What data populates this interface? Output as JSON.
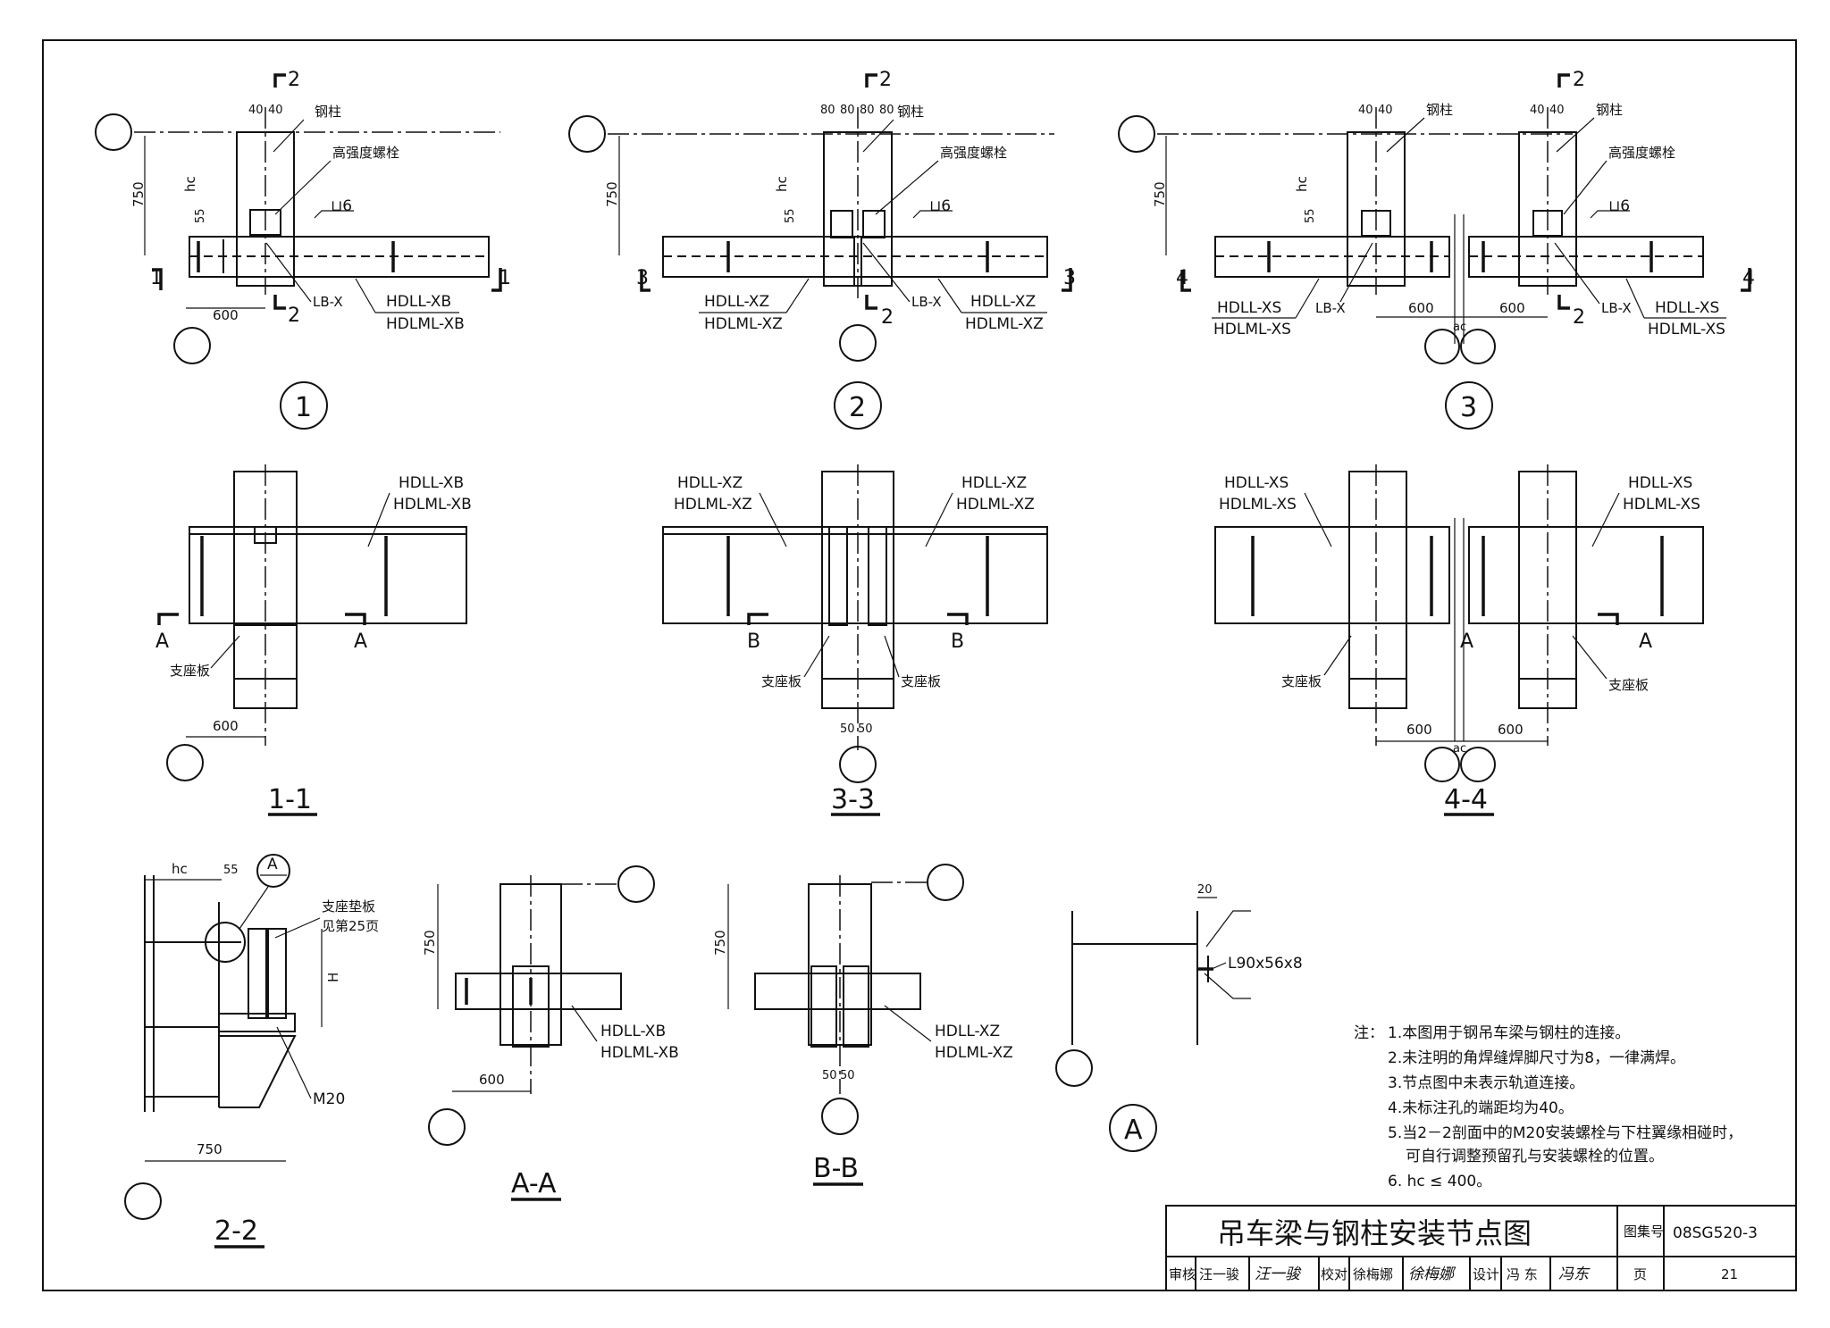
{
  "labels": {
    "steel_column": "钢柱",
    "hs_bolt": "高强度螺栓",
    "lbx": "LB-X",
    "weld6": "⊔6",
    "support_plate": "支座板",
    "dim_40": "40",
    "dim_80": "80",
    "dim_50": "50",
    "dim_20": "20",
    "dim_55": "55",
    "dim_600": "600",
    "dim_750": "750",
    "hc": "hc",
    "ac": "ac",
    "H": "H",
    "m20": "M20",
    "angle": "L90x56x8"
  },
  "beams": {
    "xb_a": "HDLL-XB",
    "xb_b": "HDLML-XB",
    "xz_a": "HDLL-XZ",
    "xz_b": "HDLML-XZ",
    "xs_a": "HDLL-XS",
    "xs_b": "HDLML-XS"
  },
  "cuts": {
    "c1": "1",
    "c2": "2",
    "c3": "3",
    "c4": "4",
    "cA": "A",
    "cB": "B"
  },
  "details": {
    "d1": "1",
    "d2": "2",
    "d3": "3",
    "dA": "A",
    "s11": "1-1",
    "s33": "3-3",
    "s44": "4-4",
    "s22": "2-2",
    "sAA": "A-A",
    "sBB": "B-B",
    "callout_A": "A",
    "pad_note_1": "支座垫板",
    "pad_note_2": "见第25页"
  },
  "notes": {
    "heading": "注：",
    "n1": "1.本图用于钢吊车梁与钢柱的连接。",
    "n2": "2.未注明的角焊缝焊脚尺寸为8，一律满焊。",
    "n3": "3.节点图中未表示轨道连接。",
    "n4": "4.未标注孔的端距均为40。",
    "n5": "5.当2－2剖面中的M20安装螺栓与下柱翼缘相碰时，",
    "n5b": "可自行调整预留孔与安装螺栓的位置。",
    "n6": "6. hc ≤ 400。"
  },
  "title_block": {
    "title": "吊车梁与钢柱安装节点图",
    "atlas_label": "图集号",
    "atlas_no": "08SG520-3",
    "review_label": "审核",
    "reviewer": "汪一骏",
    "reviewer_sign": "汪一骏",
    "check_label": "校对",
    "checker": "徐梅娜",
    "checker_sign": "徐梅娜",
    "design_label": "设计",
    "designer": "冯 东",
    "designer_sign": "冯东",
    "page_label": "页",
    "page_no": "21"
  }
}
